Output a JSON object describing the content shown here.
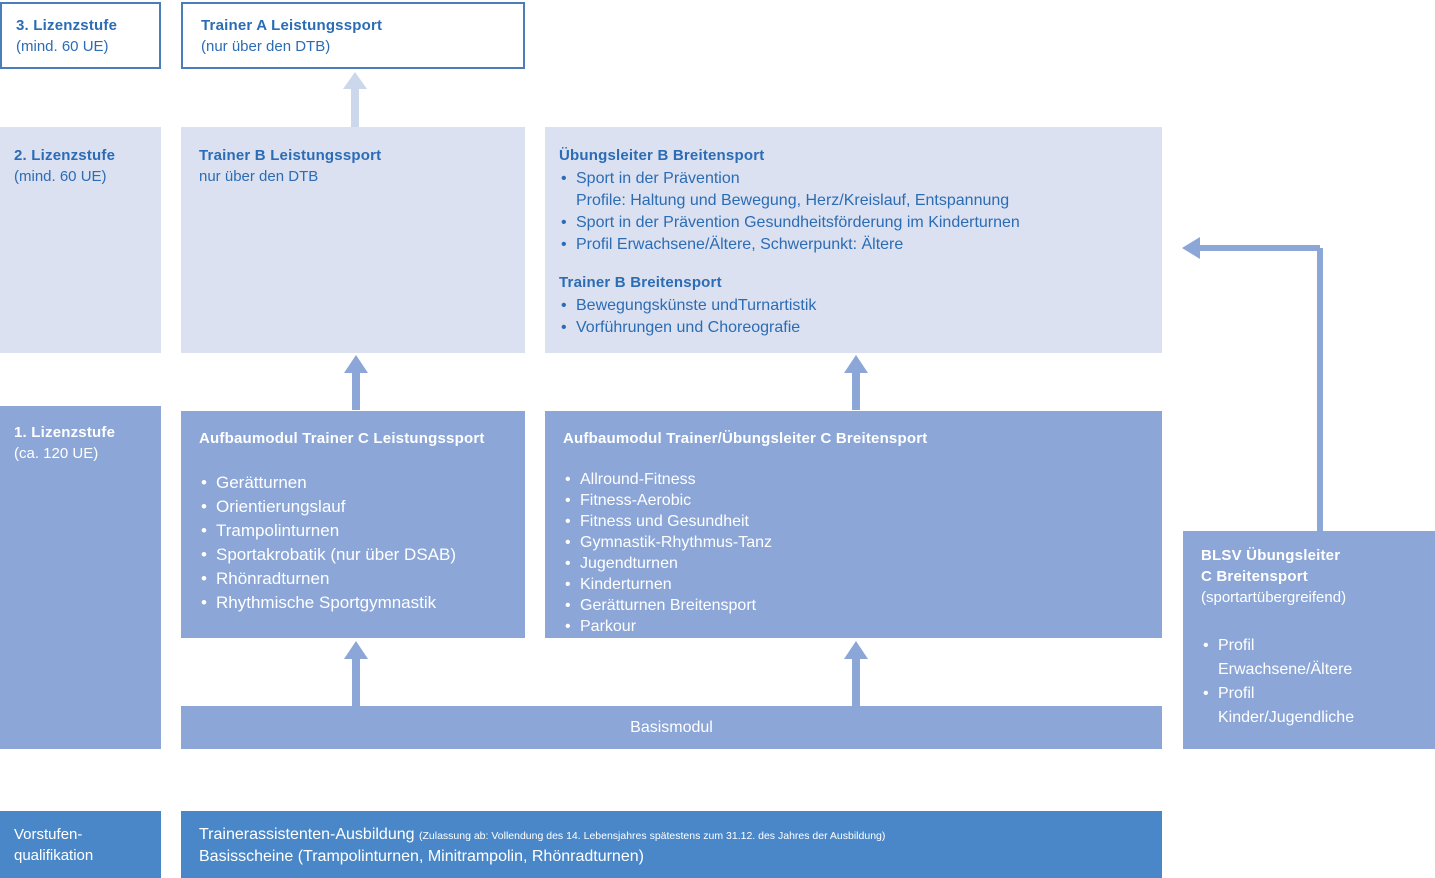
{
  "colors": {
    "pale_blue": "#dbe1f0",
    "mid_blue": "#8ba6d7",
    "dark_blue": "#4a87c8",
    "text_blue": "#2b6cb5",
    "border_blue": "#4a7ebb",
    "white": "#ffffff"
  },
  "levels": {
    "level3": {
      "title": "3. Lizenzstufe",
      "subtitle": "(mind. 60 UE)"
    },
    "level2": {
      "title": "2. Lizenzstufe",
      "subtitle": "(mind. 60 UE)"
    },
    "level1": {
      "title": "1. Lizenzstufe",
      "subtitle": "(ca. 120 UE)"
    },
    "vorstufe": {
      "line1": "Vorstufen-",
      "line2": "qualifikation"
    }
  },
  "trainer_a": {
    "title": "Trainer A Leistungssport",
    "subtitle": "(nur über den DTB)"
  },
  "trainer_b_leistung": {
    "title": "Trainer B Leistungssport",
    "subtitle": "nur über den DTB"
  },
  "uebungsleiter_b": {
    "title": "Übungsleiter B Breitensport",
    "items": [
      {
        "text": "Sport in der Prävention",
        "sub": "Profile: Haltung und Bewegung, Herz/Kreislauf, Entspannung"
      },
      {
        "text": "Sport in der Prävention Gesundheitsförderung im Kinderturnen",
        "sub": ""
      },
      {
        "text": "Profil Erwachsene/Ältere, Schwerpunkt: Ältere",
        "sub": ""
      }
    ]
  },
  "trainer_b_breiten": {
    "title": "Trainer B Breitensport",
    "items": [
      "Bewegungskünste undTurnartistik",
      "Vorführungen und Choreografie"
    ]
  },
  "aufbau_leistung": {
    "title": "Aufbaumodul Trainer C Leistungssport",
    "items": [
      "Gerätturnen",
      "Orientierungslauf",
      "Trampolinturnen",
      "Sportakrobatik (nur über DSAB)",
      "Rhönradturnen",
      "Rhythmische Sportgymnastik"
    ]
  },
  "aufbau_breiten": {
    "title": "Aufbaumodul Trainer/Übungsleiter C Breitensport",
    "items": [
      "Allround-Fitness",
      "Fitness-Aerobic",
      "Fitness und Gesundheit",
      "Gymnastik-Rhythmus-Tanz",
      "Jugendturnen",
      "Kinderturnen",
      "Gerätturnen Breitensport",
      "Parkour"
    ]
  },
  "blsv": {
    "title_line1": "BLSV Übungsleiter",
    "title_line2": "C Breitensport",
    "subtitle": "(sportartübergreifend)",
    "items": [
      {
        "line1": "Profil",
        "line2": "Erwachsene/Ältere"
      },
      {
        "line1": "Profil",
        "line2": "Kinder/Jugendliche"
      }
    ]
  },
  "basismodul": {
    "label": "Basismodul"
  },
  "vorstufe_content": {
    "line1_bold": "Trainerassistenten-Ausbildung",
    "line1_small": "(Zulassung ab: Vollendung des 14. Lebensjahres spätestens zum 31.12. des Jahres der Ausbildung)",
    "line2": "Basisscheine (Trampolinturnen, Minitrampolin, Rhönradturnen)"
  }
}
